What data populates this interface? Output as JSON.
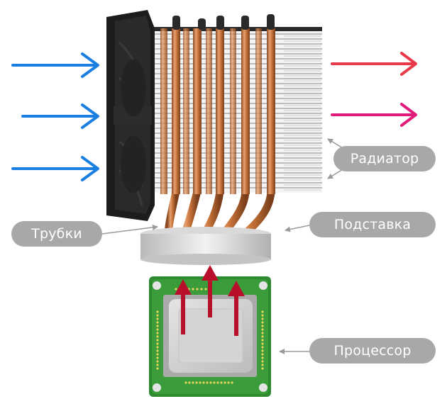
{
  "labels": {
    "radiator": "Радиатор",
    "stand": "Подставка",
    "tubes": "Трубки",
    "processor": "Процессор"
  },
  "colors": {
    "cold_air": "#1a7fe0",
    "warm_air_top": "#e8394a",
    "warm_air_bottom": "#e01b7c",
    "heat_flow": "#b8102a",
    "label_bg": "#a8a8a8",
    "pointer": "#9a9a9a",
    "fan": "#1c1c1c",
    "copper": "#c8743a",
    "fin": "#d4d4d4",
    "pcb": "#2e8a2e",
    "cpu_lid": "#c9c9c9"
  },
  "icons": [
    "fan",
    "heatsink-fins",
    "heat-pipes",
    "cpu-chip",
    "airflow-arrow"
  ]
}
